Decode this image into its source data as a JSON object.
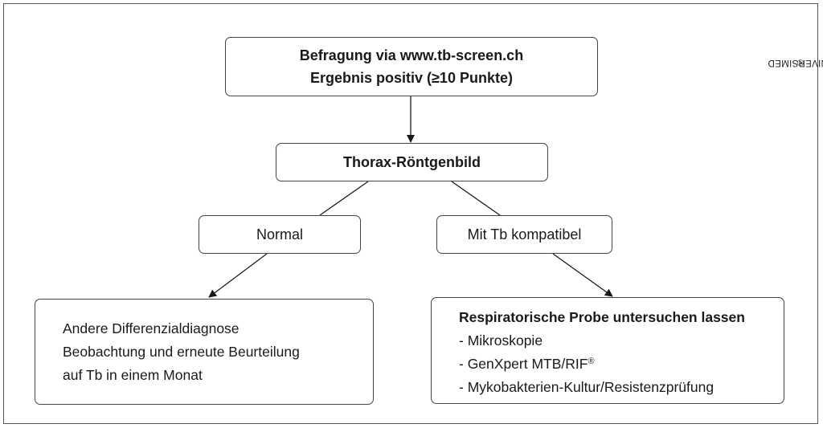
{
  "copyright": "© UNIVERSIMED",
  "copyright_mark": "®",
  "nodes": {
    "top": {
      "line1": "Befragung via www.tb-screen.ch",
      "line2": "Ergebnis positiv (≥10 Punkte)"
    },
    "xray": {
      "label": "Thorax-Röntgenbild"
    },
    "normal": {
      "label": "Normal"
    },
    "tb": {
      "label": "Mit Tb kompatibel"
    },
    "left": {
      "lines": [
        "Andere Differenzialdiagnose",
        "Beobachtung und erneute Beurteilung",
        "auf Tb in einem Monat"
      ]
    },
    "right": {
      "title": "Respiratorische Probe untersuchen lassen",
      "items": [
        "- Mikroskopie",
        "- GenXpert MTB/RIF",
        "- Mykobakterien-Kultur/Resistenzprüfung"
      ],
      "item2_mark": "®"
    }
  },
  "colors": {
    "line": "#1a1a1a",
    "border": "#444444",
    "text": "#1a1a1a"
  }
}
